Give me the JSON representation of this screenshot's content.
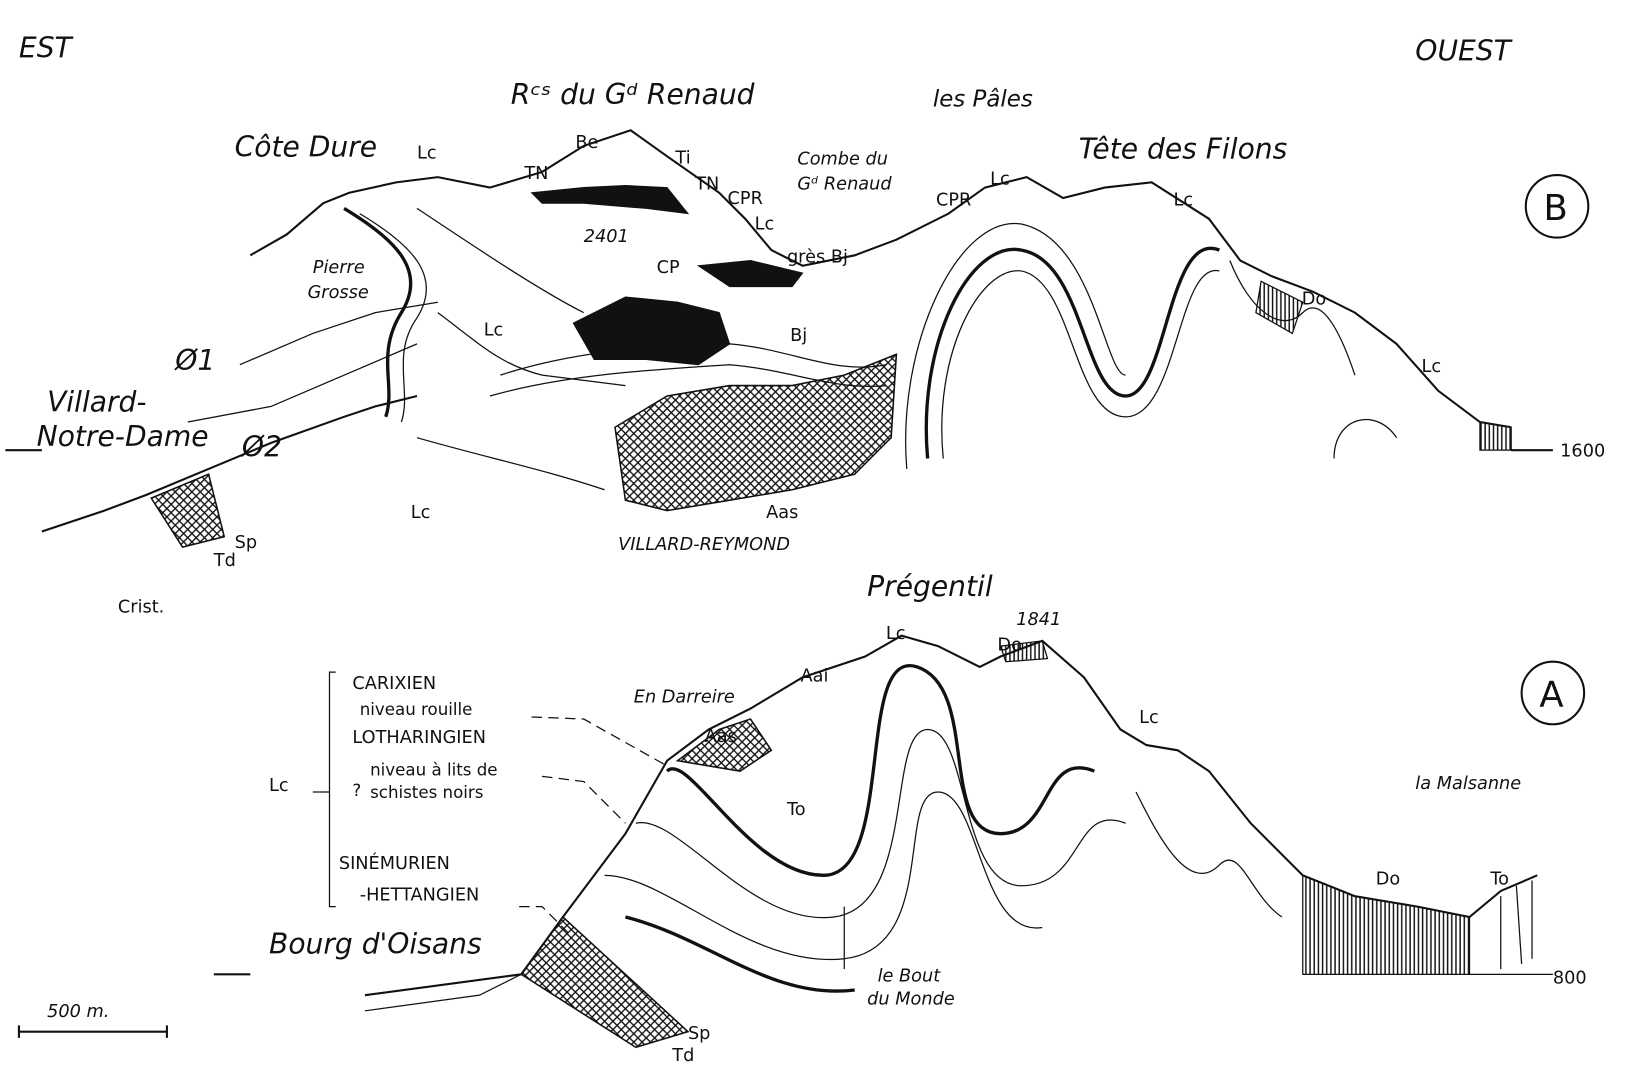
{
  "orientation": {
    "east": "EST",
    "west": "OUEST"
  },
  "section_b": {
    "badge": "B",
    "peaks": {
      "renaud": "Rᶜˢ du Gᵈ Renaud",
      "pales": "les Pâles",
      "cote_dure": "Côte Dure",
      "tete_filons": "Tête des Filons",
      "combe_1": "Combe du",
      "combe_2": "Gᵈ Renaud",
      "pierre_1": "Pierre",
      "pierre_2": "Grosse",
      "villard_nd_1": "Villard-",
      "villard_nd_2": "Notre-Dame",
      "villard_reymond": "VILLARD-REYMOND",
      "elev_2401": "2401"
    },
    "units": {
      "be": "Be",
      "ti": "Ti",
      "tn1": "TN",
      "tn2": "TN",
      "cpr1": "CPR",
      "cpr2": "CPR",
      "lc1": "Lc",
      "lc2": "Lc",
      "lc3": "Lc",
      "lc4": "Lc",
      "lc5": "Lc",
      "lc6": "Lc",
      "lc7": "Lc",
      "cp": "CP",
      "gres_bj": "grès Bj",
      "bj": "Bj",
      "do": "Do",
      "aas": "Aas",
      "phi1": "Ø1",
      "phi2": "Ø2",
      "sp": "Sp",
      "td": "Td",
      "crist": "Crist."
    },
    "altitude": "1600"
  },
  "section_a": {
    "badge": "A",
    "places": {
      "pregentil": "Prégentil",
      "elev_1841": "1841",
      "en_darreire": "En Darreire",
      "malsanne": "la Malsanne",
      "bourg": "Bourg d'Oisans",
      "bout_1": "le Bout",
      "bout_2": "du Monde"
    },
    "units": {
      "lc1": "Lc",
      "lc2": "Lc",
      "do1": "Do",
      "do2": "Do",
      "aai": "Aai",
      "aas": "Aas",
      "to1": "To",
      "to2": "To",
      "sp": "Sp",
      "td": "Td"
    },
    "legend": {
      "lc": "Lc",
      "carixien": "CARIXIEN",
      "niveau_rouille": "niveau rouille",
      "lotharingien": "LOTHARINGIEN",
      "niveau_lits_1": "niveau à lits de",
      "niveau_lits_2": "schistes noirs",
      "question": "?",
      "sinemurien": "SINÉMURIEN",
      "hettangien": "-HETTANGIEN"
    },
    "altitude": "800"
  },
  "scale_bar": "500 m."
}
